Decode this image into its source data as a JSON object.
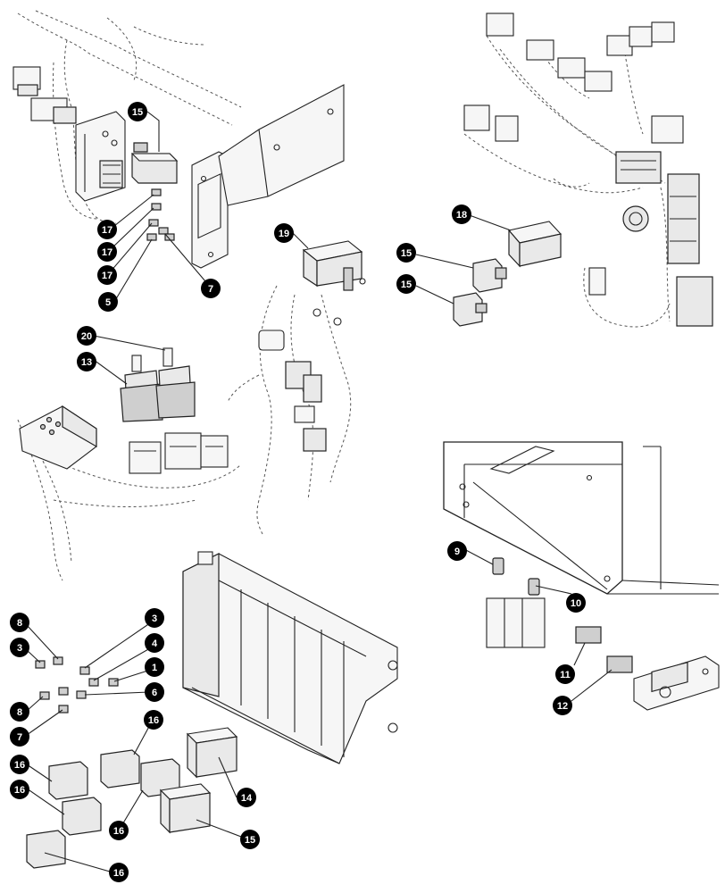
{
  "callouts": [
    {
      "id": "c15a",
      "label": "15"
    },
    {
      "id": "c17a",
      "label": "17"
    },
    {
      "id": "c17b",
      "label": "17"
    },
    {
      "id": "c17c",
      "label": "17"
    },
    {
      "id": "c5",
      "label": "5"
    },
    {
      "id": "c7a",
      "label": "7"
    },
    {
      "id": "c20",
      "label": "20"
    },
    {
      "id": "c13",
      "label": "13"
    },
    {
      "id": "c19",
      "label": "19"
    },
    {
      "id": "c18",
      "label": "18"
    },
    {
      "id": "c15b",
      "label": "15"
    },
    {
      "id": "c15c",
      "label": "15"
    },
    {
      "id": "c9",
      "label": "9"
    },
    {
      "id": "c10",
      "label": "10"
    },
    {
      "id": "c11",
      "label": "11"
    },
    {
      "id": "c12",
      "label": "12"
    },
    {
      "id": "c8a",
      "label": "8"
    },
    {
      "id": "c3a",
      "label": "3"
    },
    {
      "id": "c8b",
      "label": "8"
    },
    {
      "id": "c7b",
      "label": "7"
    },
    {
      "id": "c3b",
      "label": "3"
    },
    {
      "id": "c4",
      "label": "4"
    },
    {
      "id": "c1",
      "label": "1"
    },
    {
      "id": "c6",
      "label": "6"
    },
    {
      "id": "c16a",
      "label": "16"
    },
    {
      "id": "c16b",
      "label": "16"
    },
    {
      "id": "c16c",
      "label": "16"
    },
    {
      "id": "c16d",
      "label": "16"
    },
    {
      "id": "c16e",
      "label": "16"
    },
    {
      "id": "c14",
      "label": "14"
    },
    {
      "id": "c15d",
      "label": "15"
    }
  ]
}
